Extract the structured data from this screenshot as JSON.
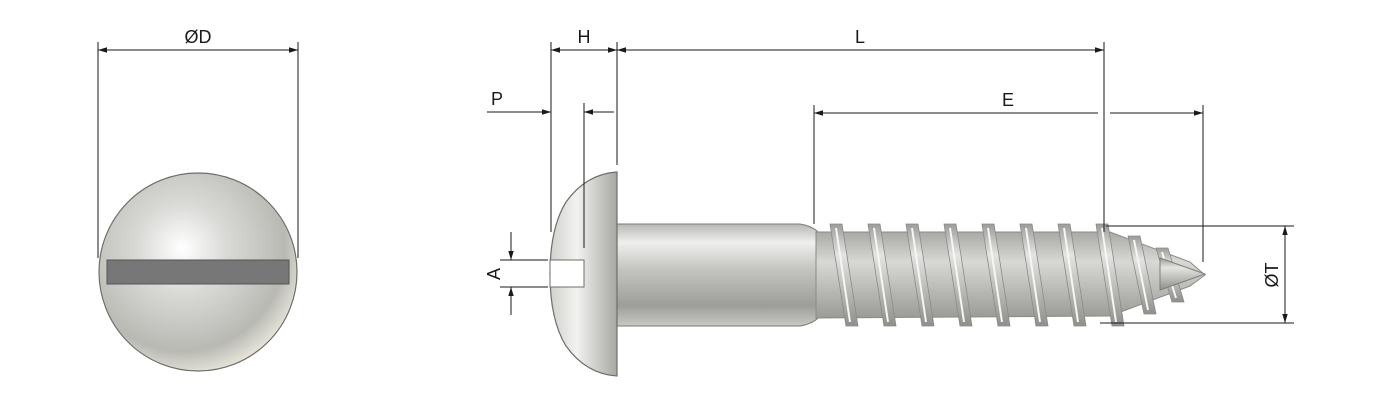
{
  "labels": {
    "head_diameter": "ØD",
    "head_height": "H",
    "length": "L",
    "slot_depth": "P",
    "thread_length": "E",
    "slot_width": "A",
    "thread_diameter": "ØT"
  },
  "colors": {
    "metal_light": "#f4f4f2",
    "metal_mid": "#c9c9c6",
    "metal_dark": "#8e8e8a",
    "slot": "#707070",
    "dimension_lines": "#1a1a1a"
  }
}
